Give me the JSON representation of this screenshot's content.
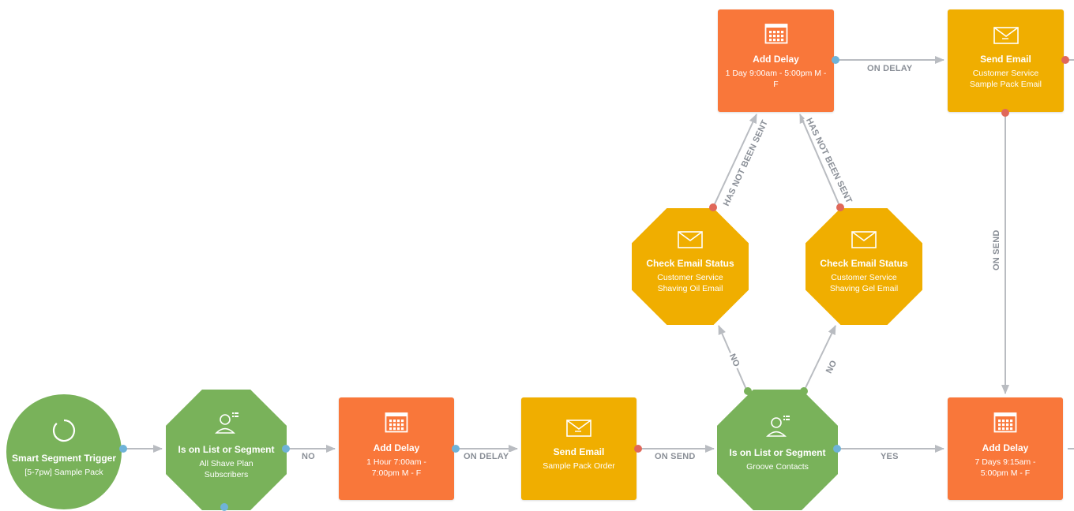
{
  "colors": {
    "delay_orange": "#f9773a",
    "email_yellow": "#f0ae00",
    "condition_green": "#79b25a",
    "connector_gray": "#b9bcc1",
    "outlet_blue": "#6fb3d8",
    "outlet_red": "#e0685a"
  },
  "nodes": {
    "trigger": {
      "title": "Smart Segment Trigger",
      "sub": "[5-7pw] Sample Pack",
      "icon": "loading-ring-icon"
    },
    "list_check_1": {
      "title": "Is on List or Segment",
      "sub": "All Shave Plan Subscribers",
      "icon": "contact-list-icon"
    },
    "delay_1": {
      "title": "Add Delay",
      "sub": "1 Hour 7:00am - 7:00pm M - F",
      "icon": "calendar-icon"
    },
    "send_email_1": {
      "title": "Send Email",
      "sub": "Sample Pack Order",
      "icon": "envelope-icon"
    },
    "list_check_2": {
      "title": "Is on List or Segment",
      "sub": "Groove Contacts",
      "icon": "contact-list-icon"
    },
    "delay_2": {
      "title": "Add Delay",
      "sub": "7 Days 9:15am - 5:00pm M - F",
      "icon": "calendar-icon"
    },
    "check_status_oil": {
      "title": "Check Email Status",
      "sub": "Customer Service Shaving Oil Email",
      "icon": "envelope-icon"
    },
    "check_status_gel": {
      "title": "Check Email Status",
      "sub": "Customer Service Shaving Gel Email",
      "icon": "envelope-icon"
    },
    "delay_top": {
      "title": "Add Delay",
      "sub": "1 Day 9:00am - 5:00pm M - F",
      "icon": "calendar-icon"
    },
    "send_email_top": {
      "title": "Send Email",
      "sub": "Customer Service Sample Pack Email",
      "icon": "envelope-icon"
    }
  },
  "edge_labels": {
    "no_1": "NO",
    "on_delay_1": "ON DELAY",
    "on_send_1": "ON SEND",
    "yes": "YES",
    "no_left": "NO",
    "no_right": "NO",
    "has_not_been_sent_left": "HAS NOT BEEN SENT",
    "has_not_been_sent_right": "HAS NOT BEEN SENT",
    "on_delay_top": "ON DELAY",
    "on_send_vertical": "ON SEND"
  }
}
